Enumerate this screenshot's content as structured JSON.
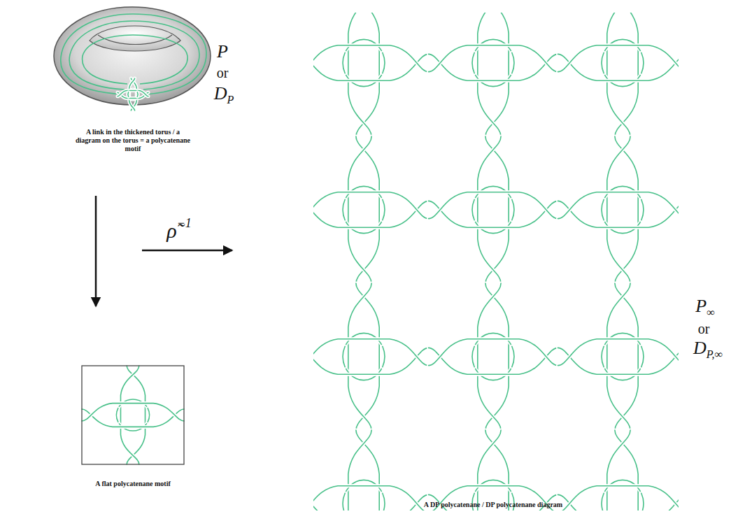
{
  "diagram": {
    "labels": [
      "P",
      "or",
      "D",
      "P",
      "A link in the thickened torus / a diagram on the torus = a polycatenane motif",
      "ρ̃",
      "−1",
      "A flat polycatenane motif",
      "P",
      "∞",
      "or",
      "D",
      "P,∞",
      "A DP polycatenane / DP polycatenane diagram"
    ]
  }
}
